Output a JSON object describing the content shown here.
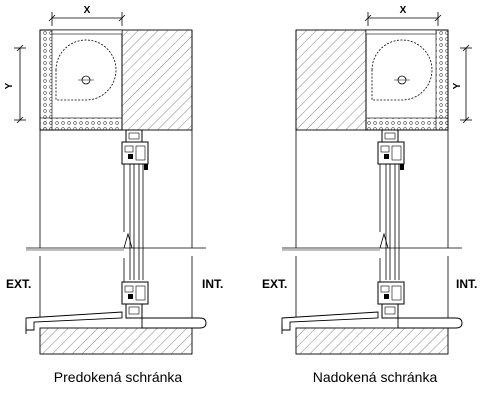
{
  "panels": [
    {
      "side": "left",
      "dim_x": "X",
      "dim_y": "Y",
      "label_ext": "EXT.",
      "label_int": "INT.",
      "caption": "Predokená schránka"
    },
    {
      "side": "right",
      "dim_x": "X",
      "dim_y": "Y",
      "label_ext": "EXT.",
      "label_int": "INT.",
      "caption": "Nadokená schránka"
    }
  ],
  "colors": {
    "line": "#000000",
    "hatch": "#555555",
    "background": "#ffffff"
  }
}
